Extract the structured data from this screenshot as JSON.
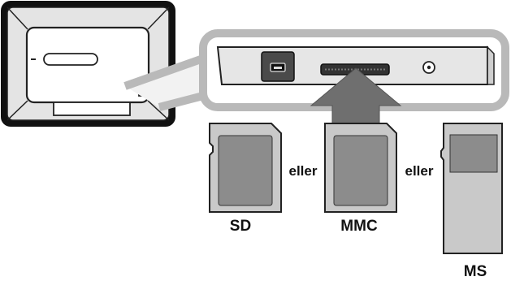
{
  "labels": {
    "sd": "SD",
    "mmc": "MMC",
    "ms": "MS",
    "or_left": "eller",
    "or_right": "eller"
  },
  "colors": {
    "frame_outer": "#111111",
    "frame_body": "#e4e4e4",
    "card_body": "#c9c9c9",
    "card_label_area": "#8c8c8c",
    "arrow": "#6f6f6f",
    "callout_outline": "#b9b9b9",
    "slot_dark": "#333333"
  },
  "icons": [
    "photo-frame-back",
    "sd-card",
    "mmc-card",
    "memory-stick",
    "card-slot",
    "usb-port",
    "dc-jack",
    "insert-arrow"
  ]
}
